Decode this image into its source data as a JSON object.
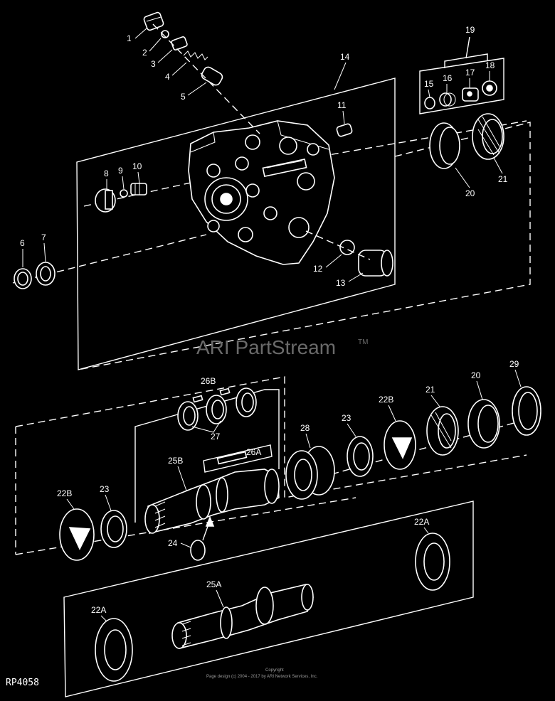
{
  "diagram": {
    "code": "RP4058",
    "watermark": "ARI PartStream",
    "watermark_tm": "TM",
    "copyright_line1": "Copyright",
    "copyright_line2": "Page design (c) 2004 - 2017 by ARI Network Services, Inc.",
    "callouts": [
      "1",
      "2",
      "3",
      "4",
      "5",
      "6",
      "7",
      "8",
      "9",
      "10",
      "11",
      "12",
      "13",
      "14",
      "15",
      "16",
      "17",
      "18",
      "19",
      "20",
      "21",
      "20",
      "21",
      "22B",
      "23",
      "22B",
      "23",
      "24",
      "25B",
      "26B",
      "26A",
      "27",
      "28",
      "29",
      "22A",
      "25A",
      "22A"
    ]
  }
}
